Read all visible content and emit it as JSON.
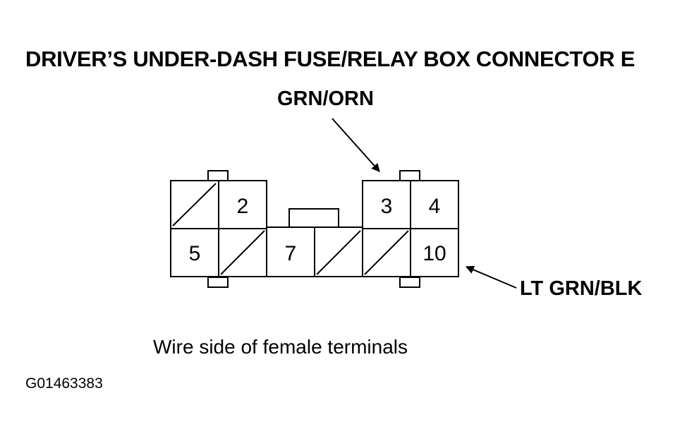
{
  "title": "DRIVER’S UNDER-DASH FUSE/RELAY BOX CONNECTOR E",
  "wire_top": "GRN/ORN",
  "wire_right": "LT GRN/BLK",
  "caption": "Wire side of female terminals",
  "figure_id": "G01463383",
  "connector": {
    "top_row": [
      {
        "pin": "",
        "unused": true
      },
      {
        "pin": "2",
        "unused": false
      },
      {
        "pin": "3",
        "unused": false
      },
      {
        "pin": "4",
        "unused": false
      }
    ],
    "bottom_row": [
      {
        "pin": "5",
        "unused": false
      },
      {
        "pin": "",
        "unused": true
      },
      {
        "pin": "7",
        "unused": false
      },
      {
        "pin": "",
        "unused": true
      },
      {
        "pin": "",
        "unused": true
      },
      {
        "pin": "10",
        "unused": false
      }
    ]
  }
}
